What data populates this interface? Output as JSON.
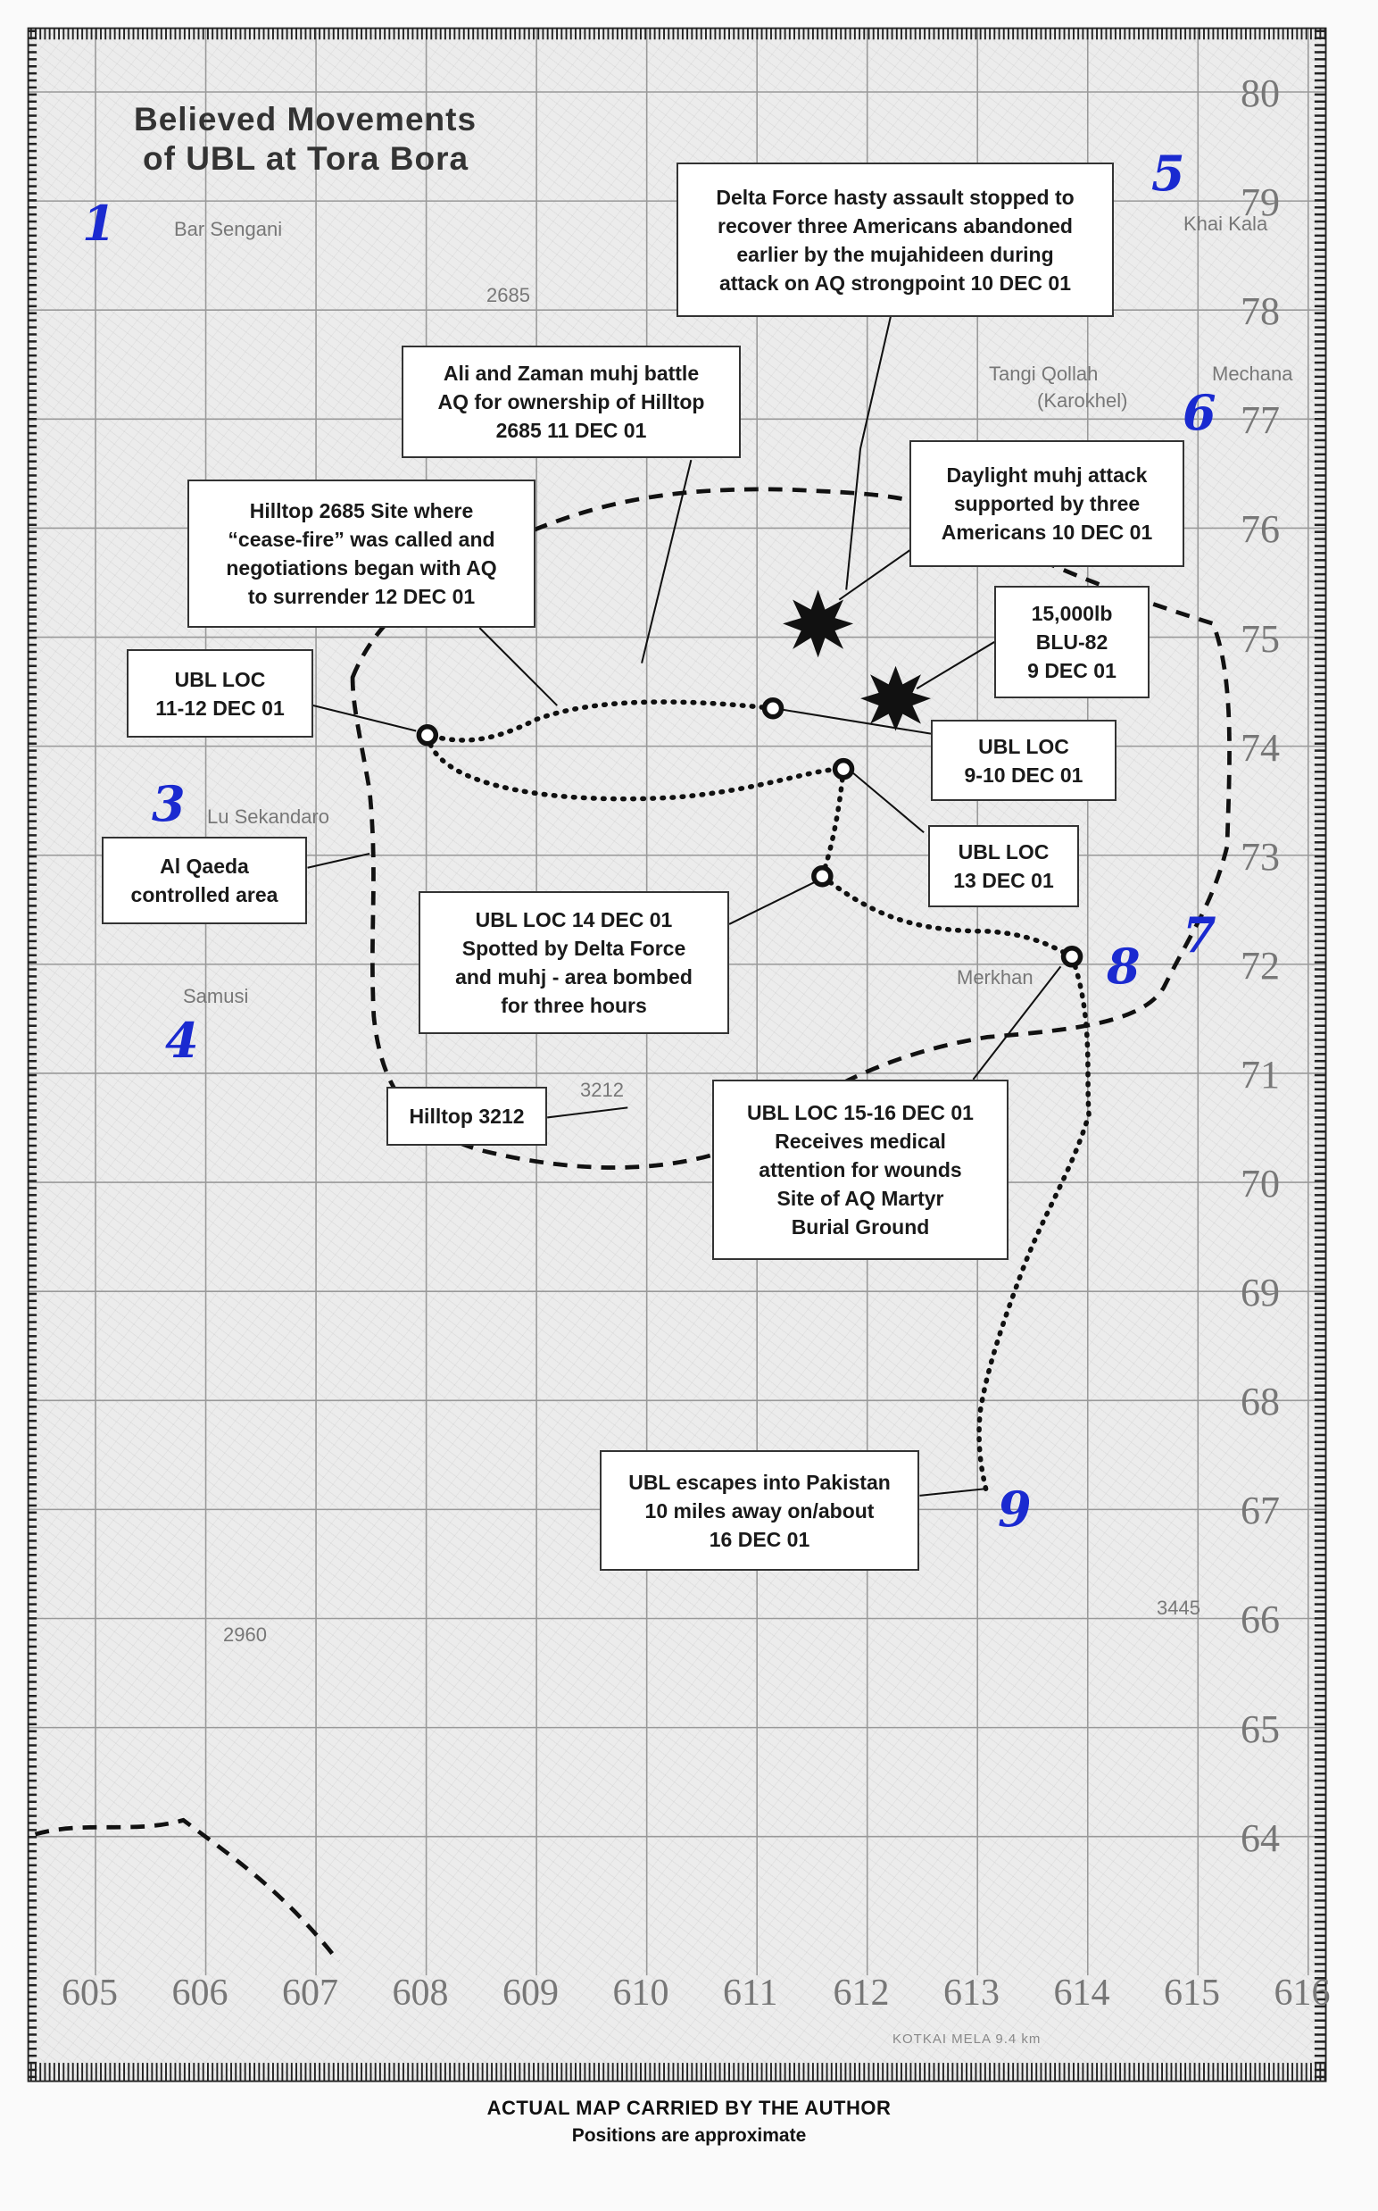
{
  "title": {
    "line1": "Believed Movements",
    "line2": "of UBL at Tora Bora"
  },
  "callouts": {
    "delta_force": [
      "Delta Force hasty assault stopped to",
      "recover three Americans abandoned",
      "earlier by the mujahideen during",
      "attack on AQ strongpoint 10 DEC 01"
    ],
    "ali_zaman": [
      "Ali and Zaman muhj battle",
      "AQ for ownership of Hilltop",
      "2685 11 DEC 01"
    ],
    "hilltop_2685": [
      "Hilltop 2685 Site where",
      "“cease-fire” was called and",
      "negotiations began with AQ",
      "to surrender 12 DEC 01"
    ],
    "daylight": [
      "Daylight muhj attack",
      "supported by three",
      "Americans 10 DEC 01"
    ],
    "blu82": [
      "15,000lb",
      "BLU-82",
      "9 DEC 01"
    ],
    "loc_11_12": [
      "UBL LOC",
      "11-12 DEC 01"
    ],
    "loc_9_10": [
      "UBL LOC",
      "9-10 DEC 01"
    ],
    "aq_area": [
      "Al Qaeda",
      "controlled area"
    ],
    "loc_13": [
      "UBL LOC",
      "13 DEC 01"
    ],
    "loc_14": [
      "UBL LOC 14 DEC 01",
      "Spotted by Delta Force",
      "and muhj - area bombed",
      "for three hours"
    ],
    "hilltop_3212": [
      "Hilltop 3212"
    ],
    "loc_15_16": [
      "UBL LOC 15-16 DEC 01",
      "Receives medical",
      "attention for wounds",
      "Site of AQ Martyr",
      "Burial Ground"
    ],
    "escape": [
      "UBL escapes into Pakistan",
      "10 miles away on/about",
      "16 DEC 01"
    ]
  },
  "handwritten_numbers": [
    "1",
    "3",
    "4",
    "5",
    "6",
    "7",
    "8",
    "9"
  ],
  "places": [
    "Bar Sengani",
    "Tangi Qollah",
    "(Karokhel)",
    "Mechana",
    "Khai Kala",
    "Lu Sekandaro",
    "Samusi",
    "Merkhan",
    "2685",
    "3212",
    "3445",
    "2960"
  ],
  "grid_northings": [
    "80",
    "79",
    "78",
    "77",
    "76",
    "75",
    "74",
    "73",
    "72",
    "71",
    "70",
    "69",
    "68",
    "67",
    "66",
    "65",
    "64"
  ],
  "grid_eastings": [
    "605",
    "606",
    "607",
    "608",
    "609",
    "610",
    "611",
    "612",
    "613",
    "614",
    "615",
    "616"
  ],
  "scale_note": "KOTKAI MELA 9.4 km",
  "caption": {
    "line1": "ACTUAL MAP CARRIED BY THE AUTHOR",
    "line2": "Positions are approximate"
  },
  "colors": {
    "handwriting": "#1a2ad0",
    "route": "#111111"
  }
}
